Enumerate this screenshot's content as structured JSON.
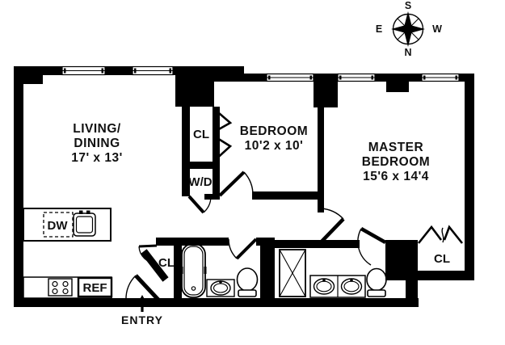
{
  "compass": {
    "north": "N",
    "south": "S",
    "east": "E",
    "west": "W"
  },
  "rooms": {
    "living_dining": {
      "line1": "LIVING/",
      "line2": "DINING",
      "dims": "17' x 13'"
    },
    "bedroom": {
      "line1": "BEDROOM",
      "dims": "10'2 x 10'"
    },
    "master_bedroom": {
      "line1": "MASTER",
      "line2": "BEDROOM",
      "dims": "15'6 x 14'4"
    }
  },
  "labels": {
    "bedroom_closet": "CL",
    "entry_closet": "CL",
    "master_closet": "CL",
    "washer_dryer": "W/D",
    "dishwasher": "DW",
    "refrigerator": "REF",
    "entry": "ENTRY"
  },
  "colors": {
    "wall": "#000000",
    "background": "#ffffff",
    "text": "#111111"
  }
}
